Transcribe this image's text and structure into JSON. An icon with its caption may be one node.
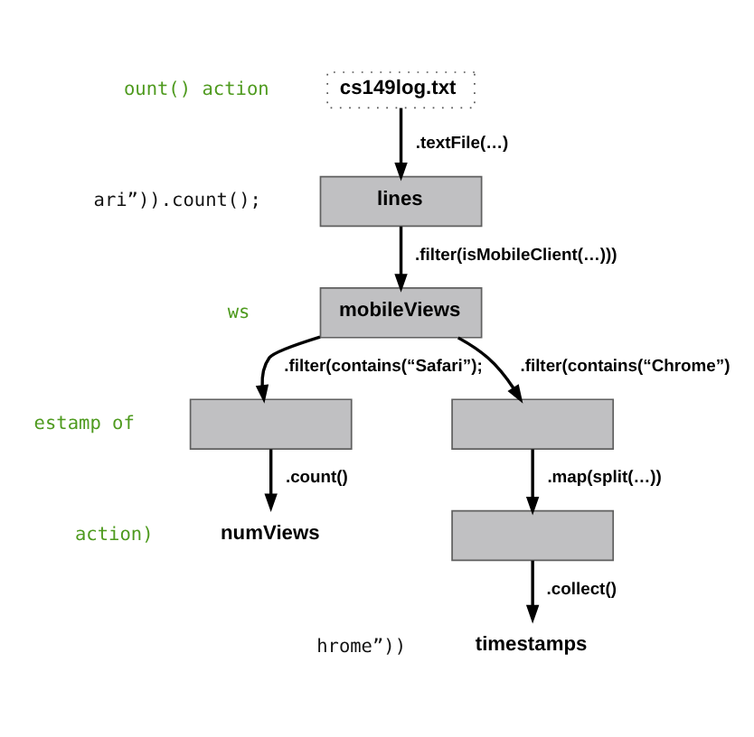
{
  "diagram": {
    "nodes": [
      {
        "text": [
          "cs149log.txt"
        ]
      },
      {
        "text": [
          "lines"
        ]
      },
      {
        "text": [
          "mobileViews"
        ]
      },
      {
        "text": [],
        "shape": "box"
      },
      {
        "text": [],
        "shape": "box"
      },
      {
        "text": [
          "numViews"
        ]
      },
      {
        "text": [],
        "shape": "box"
      },
      {
        "text": [
          "timestamps"
        ]
      }
    ],
    "edges": [
      {
        "from": 0,
        "to": 1,
        "arrow": "to",
        "label": ".textFile(…)"
      },
      {
        "from": 1,
        "to": 2,
        "arrow": "to",
        "label": ".filter(isMobileClient(…)))"
      },
      {
        "from": 2,
        "to": 3,
        "arrow": "to",
        "label": ".filter(contains(“Safari”);"
      },
      {
        "from": 2,
        "to": 4,
        "arrow": "to",
        "label": ".filter(contains(“Chrome”)"
      },
      {
        "from": 3,
        "to": 5,
        "arrow": "to",
        "label": ".count()"
      },
      {
        "from": 4,
        "to": 6,
        "arrow": "to",
        "label": ".map(split(…))"
      },
      {
        "from": 6,
        "to": 7,
        "arrow": "to",
        "label": ".collect()"
      }
    ],
    "labels": [
      "ount() action",
      "ari”)).count();",
      "ws",
      "estamp of",
      "action)",
      "hrome”))"
    ]
  }
}
